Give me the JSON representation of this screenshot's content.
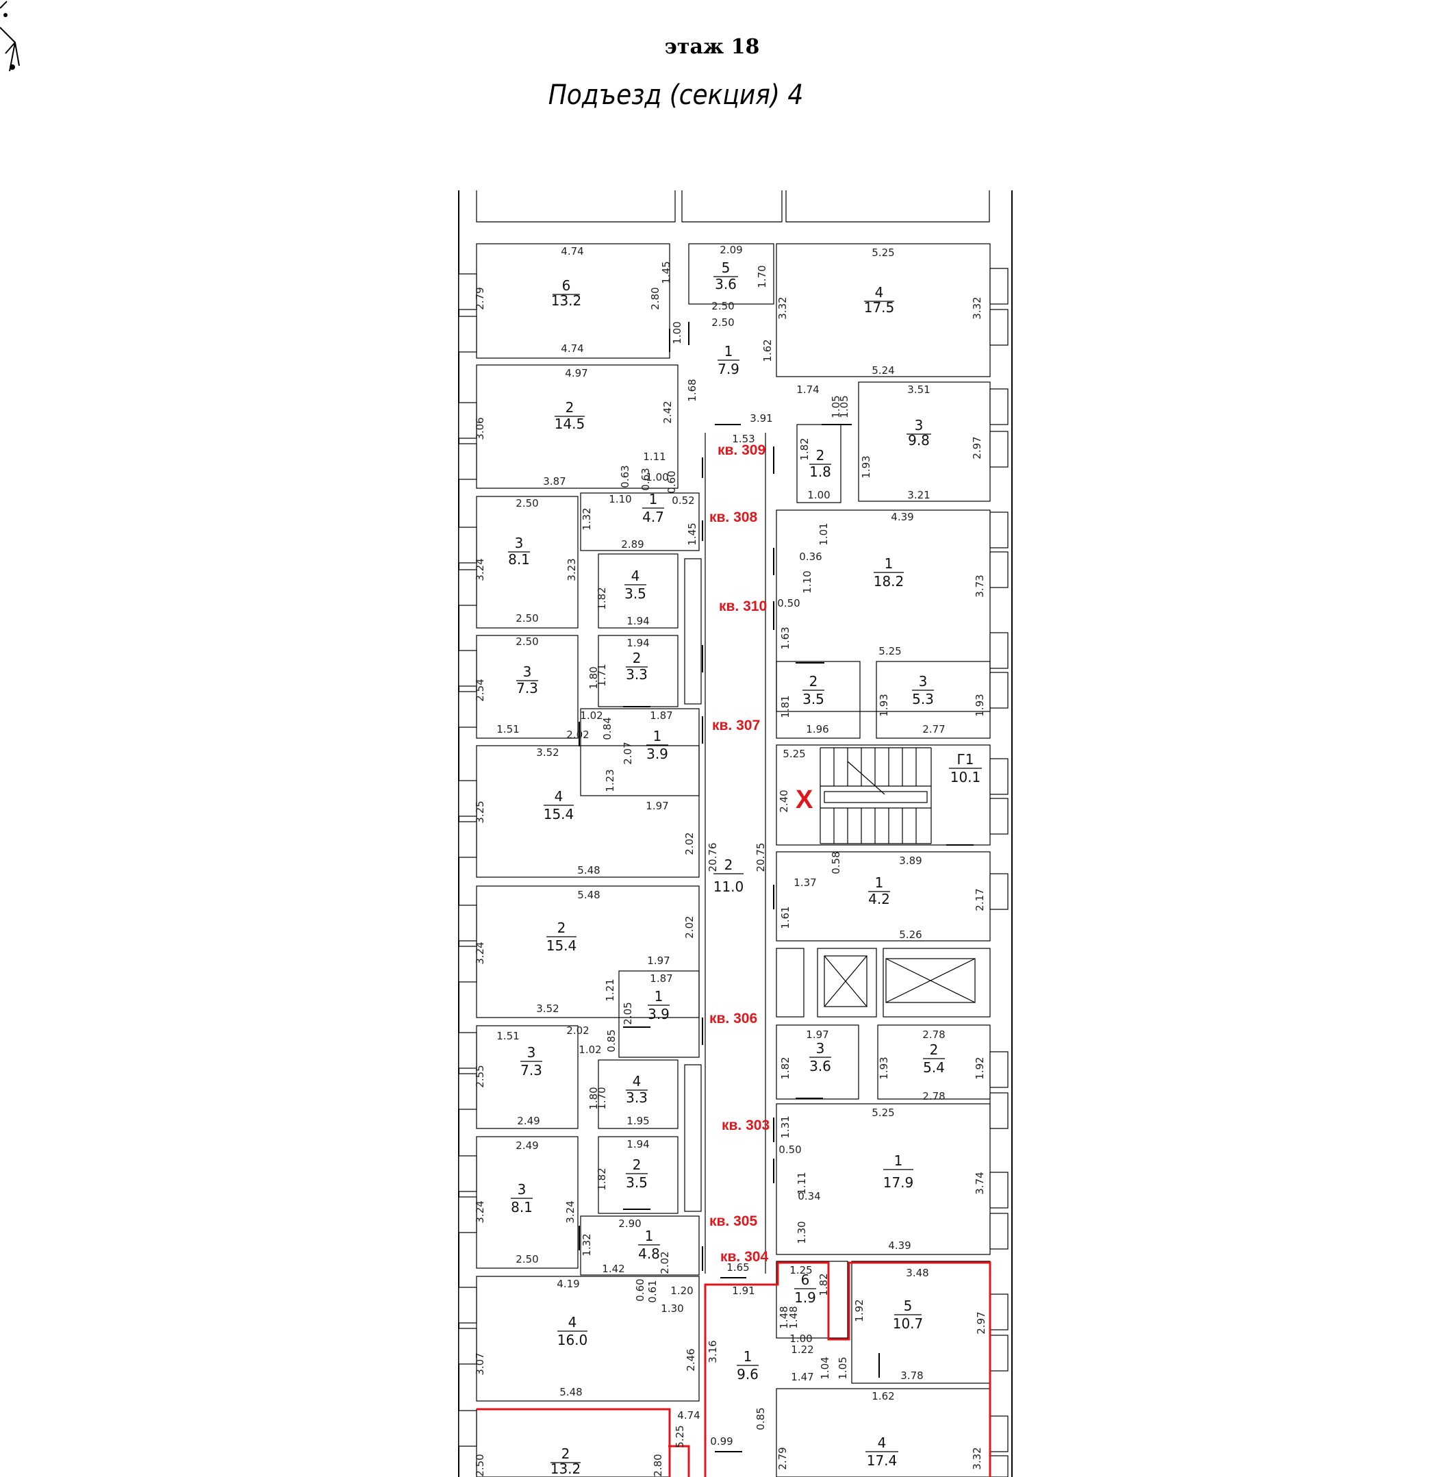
{
  "header": {
    "floor": "этаж 18",
    "entrance": "Подъезд (секция) 4"
  },
  "apartments": {
    "a303": "кв. 303",
    "a304": "кв. 304",
    "a305": "кв. 305",
    "a306": "кв. 306",
    "a307": "кв. 307",
    "a308": "кв. 308",
    "a309": "кв. 309",
    "a310": "кв. 310"
  },
  "stair_mark": "X",
  "rooms": [
    {
      "n": "6",
      "a": "13.2"
    },
    {
      "n": "5",
      "a": "3.6"
    },
    {
      "n": "4",
      "a": "17.5"
    },
    {
      "n": "1",
      "a": "7.9"
    },
    {
      "n": "2",
      "a": "14.5"
    },
    {
      "n": "3",
      "a": "9.8"
    },
    {
      "n": "2",
      "a": "1.8"
    },
    {
      "n": "1",
      "a": "4.7"
    },
    {
      "n": "3",
      "a": "8.1"
    },
    {
      "n": "4",
      "a": "3.5"
    },
    {
      "n": "1",
      "a": "18.2"
    },
    {
      "n": "3",
      "a": "7.3"
    },
    {
      "n": "2",
      "a": "3.3"
    },
    {
      "n": "2",
      "a": "3.5"
    },
    {
      "n": "3",
      "a": "5.3"
    },
    {
      "n": "1",
      "a": "3.9"
    },
    {
      "n": "Г1",
      "a": "10.1"
    },
    {
      "n": "4",
      "a": "15.4"
    },
    {
      "n": "2",
      "a": "11.0"
    },
    {
      "n": "1",
      "a": "4.2"
    },
    {
      "n": "2",
      "a": "15.4"
    },
    {
      "n": "1",
      "a": "3.9"
    },
    {
      "n": "3",
      "a": "7.3"
    },
    {
      "n": "4",
      "a": "3.3"
    },
    {
      "n": "3",
      "a": "3.6"
    },
    {
      "n": "2",
      "a": "5.4"
    },
    {
      "n": "2",
      "a": "3.5"
    },
    {
      "n": "1",
      "a": "17.9"
    },
    {
      "n": "3",
      "a": "8.1"
    },
    {
      "n": "1",
      "a": "4.8"
    },
    {
      "n": "6",
      "a": "1.9"
    },
    {
      "n": "5",
      "a": "10.7"
    },
    {
      "n": "4",
      "a": "16.0"
    },
    {
      "n": "1",
      "a": "9.6"
    },
    {
      "n": "2",
      "a": "13.2"
    },
    {
      "n": "4",
      "a": "17.4"
    }
  ],
  "dims": [
    "4.74",
    "2.79",
    "2.80",
    "4.74",
    "2.09",
    "1.45",
    "1.70",
    "2.50",
    "2.50",
    "1.00",
    "5.25",
    "3.32",
    "3.32",
    "5.24",
    "1.62",
    "1.68",
    "4.97",
    "3.06",
    "2.42",
    "3.87",
    "1.11",
    "0.63",
    "0.63",
    "1.00",
    "0.60",
    "1.10",
    "0.52",
    "3.91",
    "1.53",
    "1.74",
    "1.05",
    "1.05",
    "3.51",
    "1.82",
    "1.93",
    "2.97",
    "3.21",
    "1.00",
    "2.50",
    "1.32",
    "3.24",
    "3.23",
    "2.89",
    "1.45",
    "1.82",
    "1.94",
    "2.50",
    "4.39",
    "1.01",
    "0.36",
    "1.10",
    "3.73",
    "0.50",
    "1.63",
    "2.50",
    "2.54",
    "1.80",
    "1.71",
    "1.94",
    "1.02",
    "1.87",
    "0.84",
    "2.07",
    "1.51",
    "2.02",
    "5.25",
    "1.81",
    "1.93",
    "1.93",
    "1.96",
    "2.77",
    "3.52",
    "1.23",
    "3.25",
    "1.97",
    "2.02",
    "5.25",
    "2.40",
    "20.76",
    "20.75",
    "5.48",
    "0.58",
    "3.89",
    "1.37",
    "2.17",
    "1.61",
    "5.26",
    "5.48",
    "3.24",
    "2.02",
    "1.97",
    "1.21",
    "1.87",
    "2.05",
    "3.52",
    "0.85",
    "1.51",
    "2.02",
    "1.02",
    "2.55",
    "1.80",
    "1.70",
    "1.97",
    "2.78",
    "1.82",
    "1.93",
    "1.92",
    "2.78",
    "2.49",
    "1.95",
    "5.25",
    "2.49",
    "1.94",
    "1.31",
    "0.50",
    "3.24",
    "1.82",
    "3.24",
    "1.11",
    "0.34",
    "3.74",
    "2.90",
    "1.32",
    "2.02",
    "1.30",
    "4.39",
    "2.50",
    "1.42",
    "0.60",
    "0.61",
    "1.20",
    "1.65",
    "1.25",
    "1.91",
    "1.82",
    "3.48",
    "4.19",
    "1.30",
    "1.48",
    "1.48",
    "1.92",
    "2.97",
    "3.07",
    "2.46",
    "3.16",
    "1.00",
    "1.22",
    "1.04",
    "1.05",
    "1.47",
    "3.78",
    "5.48",
    "4.74",
    "0.85",
    "1.62",
    "5.25",
    "0.99",
    "2.50",
    "2.80",
    "2.79",
    "3.32",
    "3.32"
  ]
}
